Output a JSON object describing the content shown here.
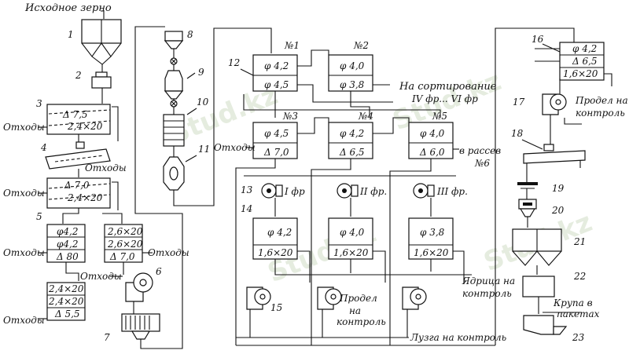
{
  "labels": {
    "input_grain": "Исходное зерно",
    "waste": "Отходы",
    "to_sorting": "На сортирование",
    "fractions_iv_vi": "IV фр... VI фр",
    "to_sifter": "в рассев",
    "sifter_no6": "№6",
    "frac_1": "I фр",
    "frac_2": "II фр.",
    "frac_3": "III фр.",
    "kernel_ctrl_1": "Ядрица на",
    "kernel_ctrl_2": "контроль",
    "prodel_ctrl_1": "Продел",
    "prodel_ctrl_2": "на",
    "prodel_ctrl_3": "контроль",
    "prodel_ctrl_r1": "Продел на",
    "prodel_ctrl_r2": "контроль",
    "husk_ctrl": "Лузга на контроль",
    "packed_1": "Крупа в",
    "packed_2": "пакетах"
  },
  "numbers": [
    "1",
    "2",
    "3",
    "4",
    "5",
    "6",
    "7",
    "8",
    "9",
    "10",
    "11",
    "12",
    "13",
    "14",
    "15",
    "16",
    "17",
    "18",
    "19",
    "20",
    "21",
    "22",
    "23"
  ],
  "sieves": {
    "s3a": "Δ 7,5",
    "s3b": "2,4×20",
    "s4a": "Δ 7,0",
    "s4b": "2,4×20",
    "s5a": "φ4,2",
    "s5b": "φ4,2",
    "s5c": "Δ 80",
    "s5ra": "2,6×20",
    "s5rb": "2,6×20",
    "s5rc": "Δ 7,0",
    "s6a": "2,4×20",
    "s6b": "2,4×20",
    "s6c": "Δ 5,5",
    "n1_label": "№1",
    "n1a": "φ 4,2",
    "n1b": "φ 4,5",
    "n2_label": "№2",
    "n2a": "φ 4,0",
    "n2b": "φ 3,8",
    "n3_label": "№3",
    "n3a": "φ 4,5",
    "n3b": "Δ 7,0",
    "n4_label": "№4",
    "n4a": "φ 4,2",
    "n4b": "Δ 6,5",
    "n5_label": "№5",
    "n5a": "φ 4,0",
    "n5b": "Δ 6,0",
    "b14a": "φ 4,2",
    "b14b": "1,6×20",
    "b14ma": "φ 4,0",
    "b14mb": "1,6×20",
    "b14ra": "φ 3,8",
    "b14rb": "1,6×20",
    "r16a": "φ 4,2",
    "r16b": "Δ 6,5",
    "r16c": "1,6×20"
  },
  "watermark": "Stud.kz"
}
